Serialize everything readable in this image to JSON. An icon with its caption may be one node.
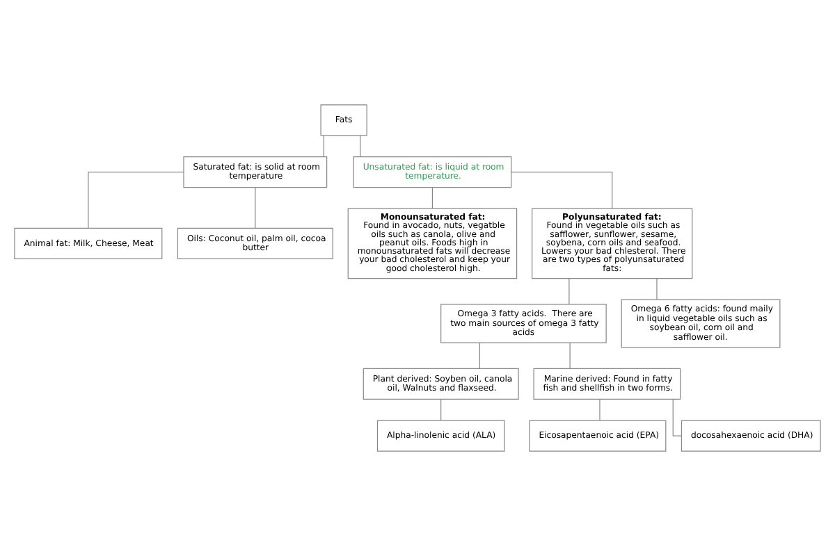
{
  "diagram": {
    "nodes": [
      {
        "text": [
          "Fats"
        ]
      },
      {
        "text": [
          "Saturated fat: is solid at room temperature"
        ]
      },
      {
        "text": [
          "Unsaturated fat: is liquid at room temperature."
        ]
      },
      {
        "text": [
          "Animal fat: Milk, Cheese, Meat"
        ]
      },
      {
        "text": [
          "Oils: Coconut oil, palm oil, cocoa butter"
        ]
      },
      {
        "text": [
          "Monounsaturated fat:",
          "Found in avocado, nuts, vegatble oils such as canola, olive and peanut oils. Foods high in monounsaturated fats will decrease your bad cholesterol and keep your good cholesterol high."
        ]
      },
      {
        "text": [
          "Polyunsaturated fat:",
          "Found in vegetable oils such as safflower, sunflower, sesame, soybena, corn oils and seafood.  Lowers your bad chlesterol. There are two types of polyunsaturated fats:"
        ]
      },
      {
        "text": [
          "Omega 3 fatty acids.  There are two main sources of omega 3 fatty acids"
        ]
      },
      {
        "text": [
          "Omega 6 fatty acids: found maily in liquid vegetable oils such as soybean oil, corn oil and safflower oil."
        ]
      },
      {
        "text": [
          "Plant derived: Soyben oil, canola oil, Walnuts and flaxseed."
        ]
      },
      {
        "text": [
          "Marine derived: Found in fatty fish and shellfish in two forms."
        ]
      },
      {
        "text": [
          "Alpha-linolenic acid (ALA)"
        ]
      },
      {
        "text": [
          "Eicosapentaenoic acid (EPA)"
        ]
      },
      {
        "text": [
          "docosahexaenoic acid (DHA)"
        ]
      }
    ],
    "edges": [
      {
        "from": 0,
        "to": 1,
        "arrow": "none"
      },
      {
        "from": 0,
        "to": 2,
        "arrow": "none"
      },
      {
        "from": 1,
        "to": 3,
        "arrow": "none"
      },
      {
        "from": 1,
        "to": 4,
        "arrow": "none"
      },
      {
        "from": 2,
        "to": 5,
        "arrow": "none"
      },
      {
        "from": 2,
        "to": 6,
        "arrow": "none"
      },
      {
        "from": 6,
        "to": 7,
        "arrow": "none"
      },
      {
        "from": 6,
        "to": 8,
        "arrow": "none"
      },
      {
        "from": 7,
        "to": 9,
        "arrow": "none"
      },
      {
        "from": 7,
        "to": 10,
        "arrow": "none"
      },
      {
        "from": 9,
        "to": 11,
        "arrow": "none"
      },
      {
        "from": 10,
        "to": 12,
        "arrow": "none"
      },
      {
        "from": 10,
        "to": 13,
        "arrow": "none"
      }
    ]
  }
}
